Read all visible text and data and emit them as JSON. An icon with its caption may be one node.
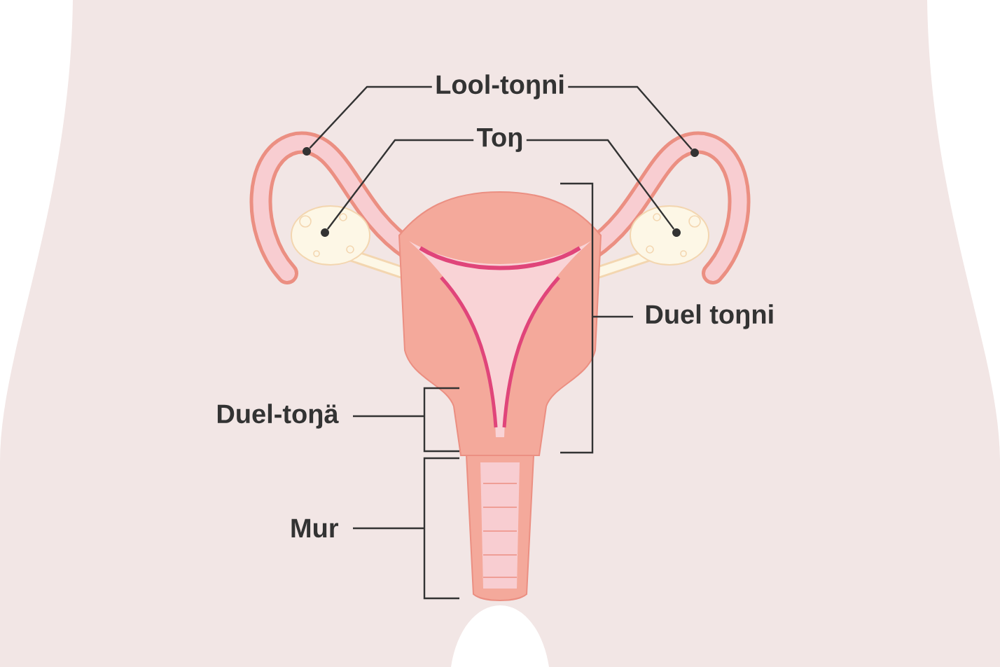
{
  "diagram": {
    "nodes": [
      {
        "text": [
          "Lool-toŋni"
        ]
      },
      {
        "text": [
          "Toŋ"
        ]
      },
      {
        "text": [],
        "shape": "circle"
      },
      {
        "text": [],
        "shape": "circle"
      },
      {
        "text": [],
        "shape": "circle"
      },
      {
        "text": [],
        "shape": "circle"
      }
    ],
    "edges": [
      {
        "from": 0,
        "to": 2,
        "arrow": "none"
      },
      {
        "from": 0,
        "to": 3,
        "arrow": "none"
      },
      {
        "from": 1,
        "to": 4,
        "arrow": "none"
      },
      {
        "from": 1,
        "to": 5,
        "arrow": "none"
      }
    ],
    "labels": [
      "Duel toŋni",
      "Duel-toŋä",
      "Mur"
    ]
  }
}
